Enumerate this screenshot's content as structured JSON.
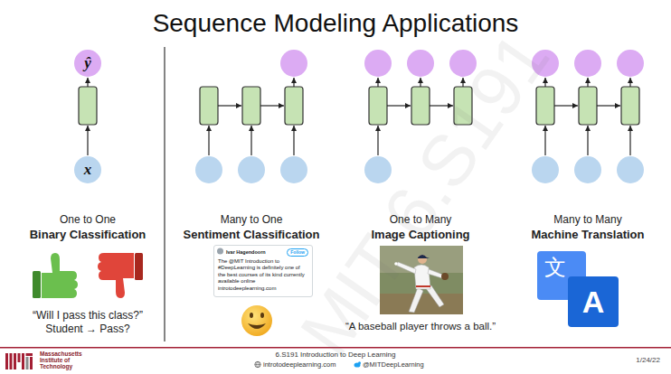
{
  "diagram": {
    "title": "Sequence Modeling Applications",
    "nodes": [
      {
        "text": [
          "ŷ"
        ]
      },
      {
        "text": [
          "x"
        ]
      },
      {
        "text": [
          "Ivar Hagendoorn",
          "The @MIT Introduction to #DeepLearning is definitely one of the best courses of its kind currently available online introtodeeplearning.com"
        ]
      },
      {
        "text": [
          "Follow"
        ],
        "in": 2
      },
      {
        "text": [
          "文"
        ]
      },
      {
        "text": [
          "A"
        ]
      }
    ],
    "labels": [
      "One to One",
      "Binary Classification",
      "“Will I pass this class?” Student → Pass?",
      "Many to One",
      "Sentiment Classification",
      "One to Many",
      "Image Captioning",
      "“A baseball player throws a ball.”",
      "Many to Many",
      "Machine Translation",
      "MIT 6.S191",
      "Massachusetts Institute of Technology",
      "6.S191 Introduction to Deep Learning",
      "introtodeeplearning.com",
      "@MITDeepLearning",
      "1/24/22"
    ]
  }
}
